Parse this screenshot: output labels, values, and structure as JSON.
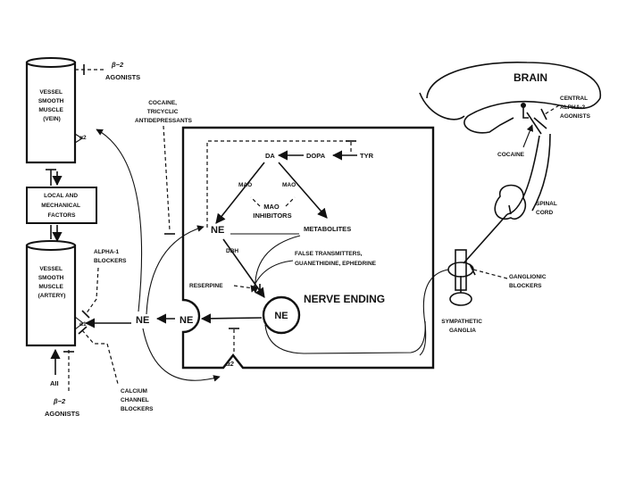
{
  "vessel_top": {
    "lines": [
      "VESSEL",
      "SMOOTH",
      "MUSCLE",
      "(VEIN)"
    ]
  },
  "vessel_bottom": {
    "lines": [
      "VESSEL",
      "SMOOTH",
      "MUSCLE",
      "(ARTERY)"
    ]
  },
  "beta2_top": {
    "symbol": "β−2",
    "lines": [
      "AGONISTS"
    ]
  },
  "beta2_bottom": {
    "symbol": "β−2",
    "lines": [
      "AGONISTS"
    ]
  },
  "local_factors": {
    "lines": [
      "LOCAL AND",
      "MECHANICAL",
      "FACTORS"
    ]
  },
  "alpha1_blockers": {
    "lines": [
      "ALPHA-1",
      "BLOCKERS"
    ]
  },
  "ca_blockers": {
    "lines": [
      "CALCIUM",
      "CHANNEL",
      "BLOCKERS"
    ]
  },
  "cocaine_tca": {
    "lines": [
      "COCAINE,",
      "TRICYCLIC",
      "ANTIDEPRESSANTS"
    ]
  },
  "aii": "AII",
  "receptors": {
    "alpha2": "α2",
    "alpha1": "α1"
  },
  "nerve": {
    "da": "DA",
    "dopa": "DOPA",
    "tyr": "TYR",
    "mao_left": "MAO",
    "mao_right": "MAO",
    "mao_inhibitors": [
      "MAO",
      "INHIBITORS"
    ],
    "ne_inner": "NE",
    "ne_vesicle": "NE",
    "ne_release": "NE",
    "ne_cleft": "NE",
    "dbh": "DBH",
    "metabolites": "METABOLITES",
    "false_transmitters": [
      "FALSE TRANSMITTERS,",
      "GUANETHIDINE, EPHEDRINE"
    ],
    "reserpine": "RESERPINE",
    "nerve_ending": "NERVE ENDING"
  },
  "brain": "BRAIN",
  "central_alpha2": [
    "CENTRAL",
    "ALPHA-2",
    "AGONISTS"
  ],
  "cocaine": "COCAINE",
  "spinal_cord": [
    "SPINAL",
    "CORD"
  ],
  "ganglionic_blockers": [
    "GANGLIONIC",
    "BLOCKERS"
  ],
  "sympathetic_ganglia": [
    "SYMPATHETIC",
    "GANGLIA"
  ]
}
